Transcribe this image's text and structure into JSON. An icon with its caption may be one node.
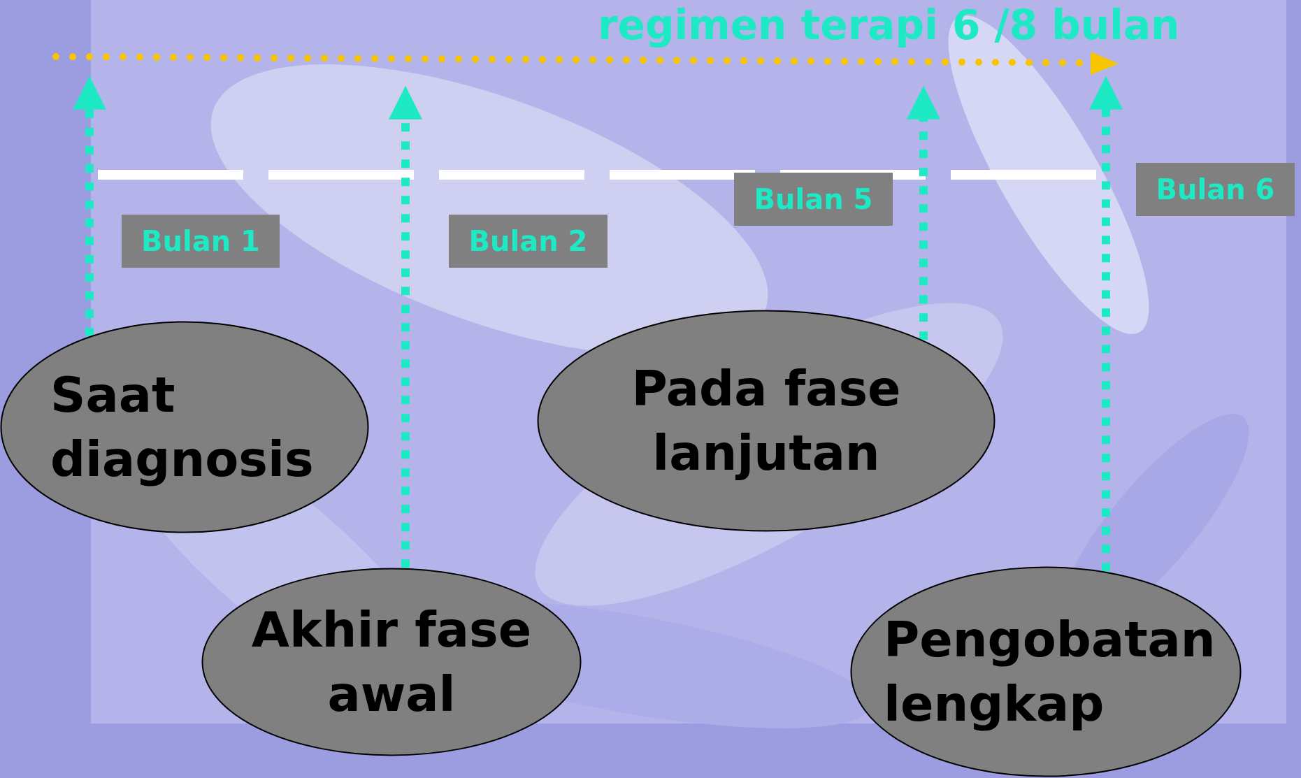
{
  "diagram": {
    "nodes": [
      {
        "text": [
          "Bulan 1"
        ]
      },
      {
        "text": [
          "Bulan 2"
        ]
      },
      {
        "text": [
          "Bulan 5"
        ]
      },
      {
        "text": [
          "Bulan 6"
        ]
      },
      {
        "text": [
          "Saat diagnosis"
        ]
      },
      {
        "text": [
          "Akhir fase awal"
        ]
      },
      {
        "text": [
          "Pada fase lanjutan"
        ]
      },
      {
        "text": [
          "Pengobatan lengkap"
        ]
      }
    ],
    "edges": [
      {
        "from": 4,
        "to": null,
        "arrow": "to",
        "style": "dashed"
      },
      {
        "from": 5,
        "to": null,
        "arrow": "to",
        "style": "dashed"
      },
      {
        "from": 6,
        "to": null,
        "arrow": "to",
        "style": "dashed"
      },
      {
        "from": 7,
        "to": null,
        "arrow": "to",
        "style": "dashed"
      }
    ],
    "labels": [
      "regimen terapi 6 /8 bulan"
    ]
  }
}
